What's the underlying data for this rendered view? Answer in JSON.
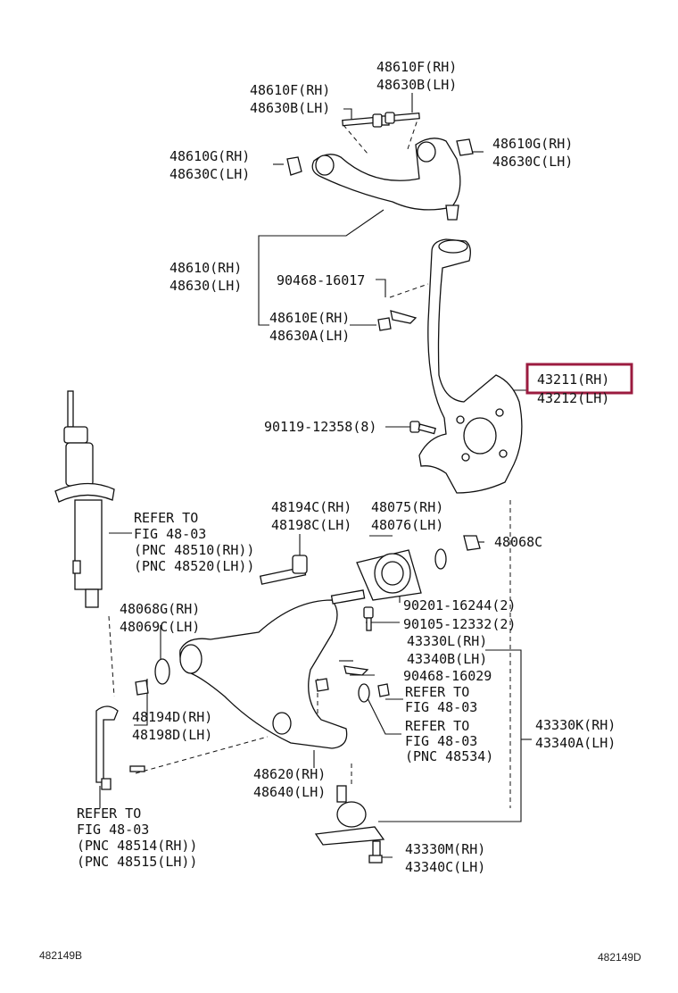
{
  "labels": {
    "l48610f_top_rh": "48610F(RH)",
    "l48630b_top_lh": "48630B(LH)",
    "l48610f_left_rh": "48610F(RH)",
    "l48630b_left_lh": "48630B(LH)",
    "l48610g_left_rh": "48610G(RH)",
    "l48630c_left_lh": "48630C(LH)",
    "l48610g_right_rh": "48610G(RH)",
    "l48630c_right_lh": "48630C(LH)",
    "l48610_rh": "48610(RH)",
    "l48630_lh": "48630(LH)",
    "l90468_16017": "90468-16017",
    "l48610e_rh": "48610E(RH)",
    "l48630a_lh": "48630A(LH)",
    "l43211_rh": "43211(RH)",
    "l43212_lh": "43212(LH)",
    "l90119": "90119-12358(8)",
    "l48194c_rh": "48194C(RH)",
    "l48198c_lh": "48198C(LH)",
    "l48075_rh": "48075(RH)",
    "l48076_lh": "48076(LH)",
    "l48068c": "48068C",
    "l_refer_strut_1": "REFER TO",
    "l_refer_strut_2": "FIG 48-03",
    "l_refer_strut_3": "(PNC 48510(RH))",
    "l_refer_strut_4": "(PNC 48520(LH))",
    "l90201": "90201-16244(2)",
    "l48068g_rh": "48068G(RH)",
    "l48069c_lh": "48069C(LH)",
    "l90105": "90105-12332(2)",
    "l43330l_rh": "43330L(RH)",
    "l43340b_lh": "43340B(LH)",
    "l90468_16029": "90468-16029",
    "l_refer_nut_1": "REFER TO",
    "l_refer_nut_2": "FIG 48-03",
    "l_refer_pnc534_1": "REFER TO",
    "l_refer_pnc534_2": "FIG 48-03",
    "l_refer_pnc534_3": "(PNC 48534)",
    "l43330k_rh": "43330K(RH)",
    "l43340a_lh": "43340A(LH)",
    "l48194d_rh": "48194D(RH)",
    "l48198d_lh": "48198D(LH)",
    "l48620_rh": "48620(RH)",
    "l48640_lh": "48640(LH)",
    "l_refer_link_1": "REFER TO",
    "l_refer_link_2": "FIG 48-03",
    "l_refer_link_3": "(PNC 48514(RH))",
    "l_refer_link_4": "(PNC 48515(LH))",
    "l43330m_rh": "43330M(RH)",
    "l43340c_lh": "43340C(LH)"
  },
  "footer": {
    "left_code": "482149B",
    "right_code": "482149D"
  },
  "highlight_color": "#9b1b3f"
}
